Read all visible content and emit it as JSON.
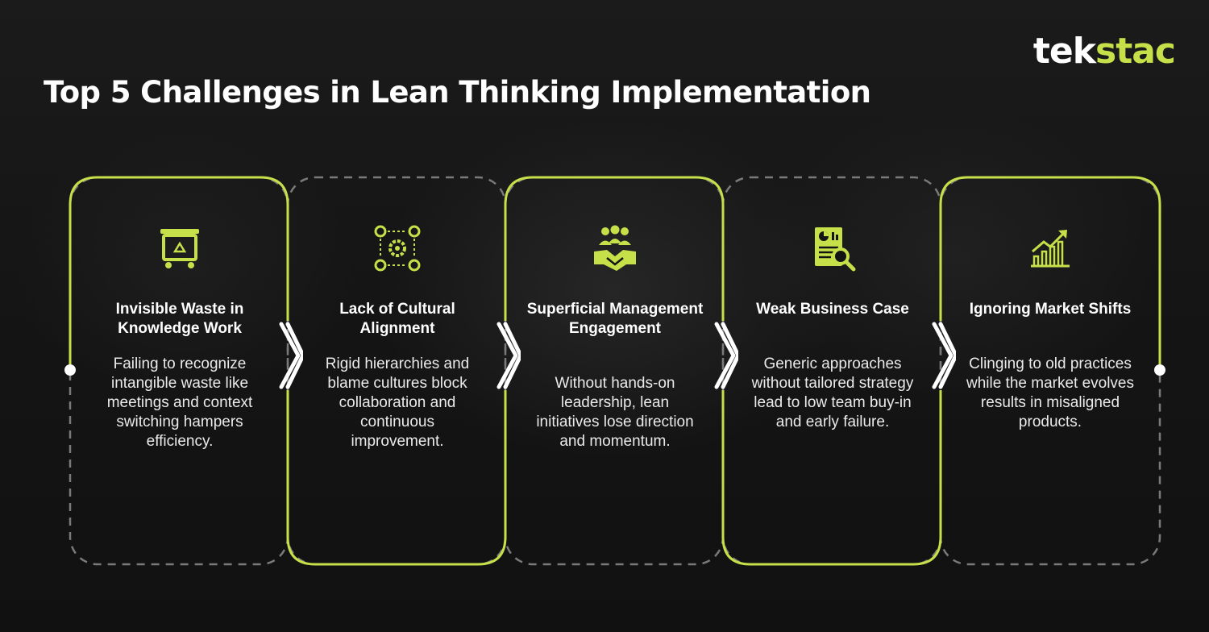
{
  "brand": {
    "logo_part1": "tek",
    "logo_part2": "stac"
  },
  "title": "Top 5 Challenges in Lean Thinking Implementation",
  "colors": {
    "accent": "#c6e04a",
    "dashed": "#7a7a7a",
    "background": "#141414",
    "text": "#ffffff"
  },
  "challenges": [
    {
      "icon": "recycle-cart-icon",
      "title": "Invisible Waste in Knowledge Work",
      "description": "Failing to recognize intangible waste like meetings and context switching hampers efficiency."
    },
    {
      "icon": "people-gear-network-icon",
      "title": "Lack of Cultural Alignment",
      "description": "Rigid hierarchies and blame cultures block collaboration and continuous improvement."
    },
    {
      "icon": "team-handshake-icon",
      "title": "Superficial Management Engagement",
      "description": "Without hands-on leadership, lean initiatives lose direction and momentum."
    },
    {
      "icon": "report-magnifier-icon",
      "title": "Weak Business Case",
      "description": "Generic approaches without tailored strategy lead to low team buy-in and early failure."
    },
    {
      "icon": "growth-chart-icon",
      "title": "Ignoring Market Shifts",
      "description": "Clinging to old practices while the market evolves results in misaligned products."
    }
  ]
}
